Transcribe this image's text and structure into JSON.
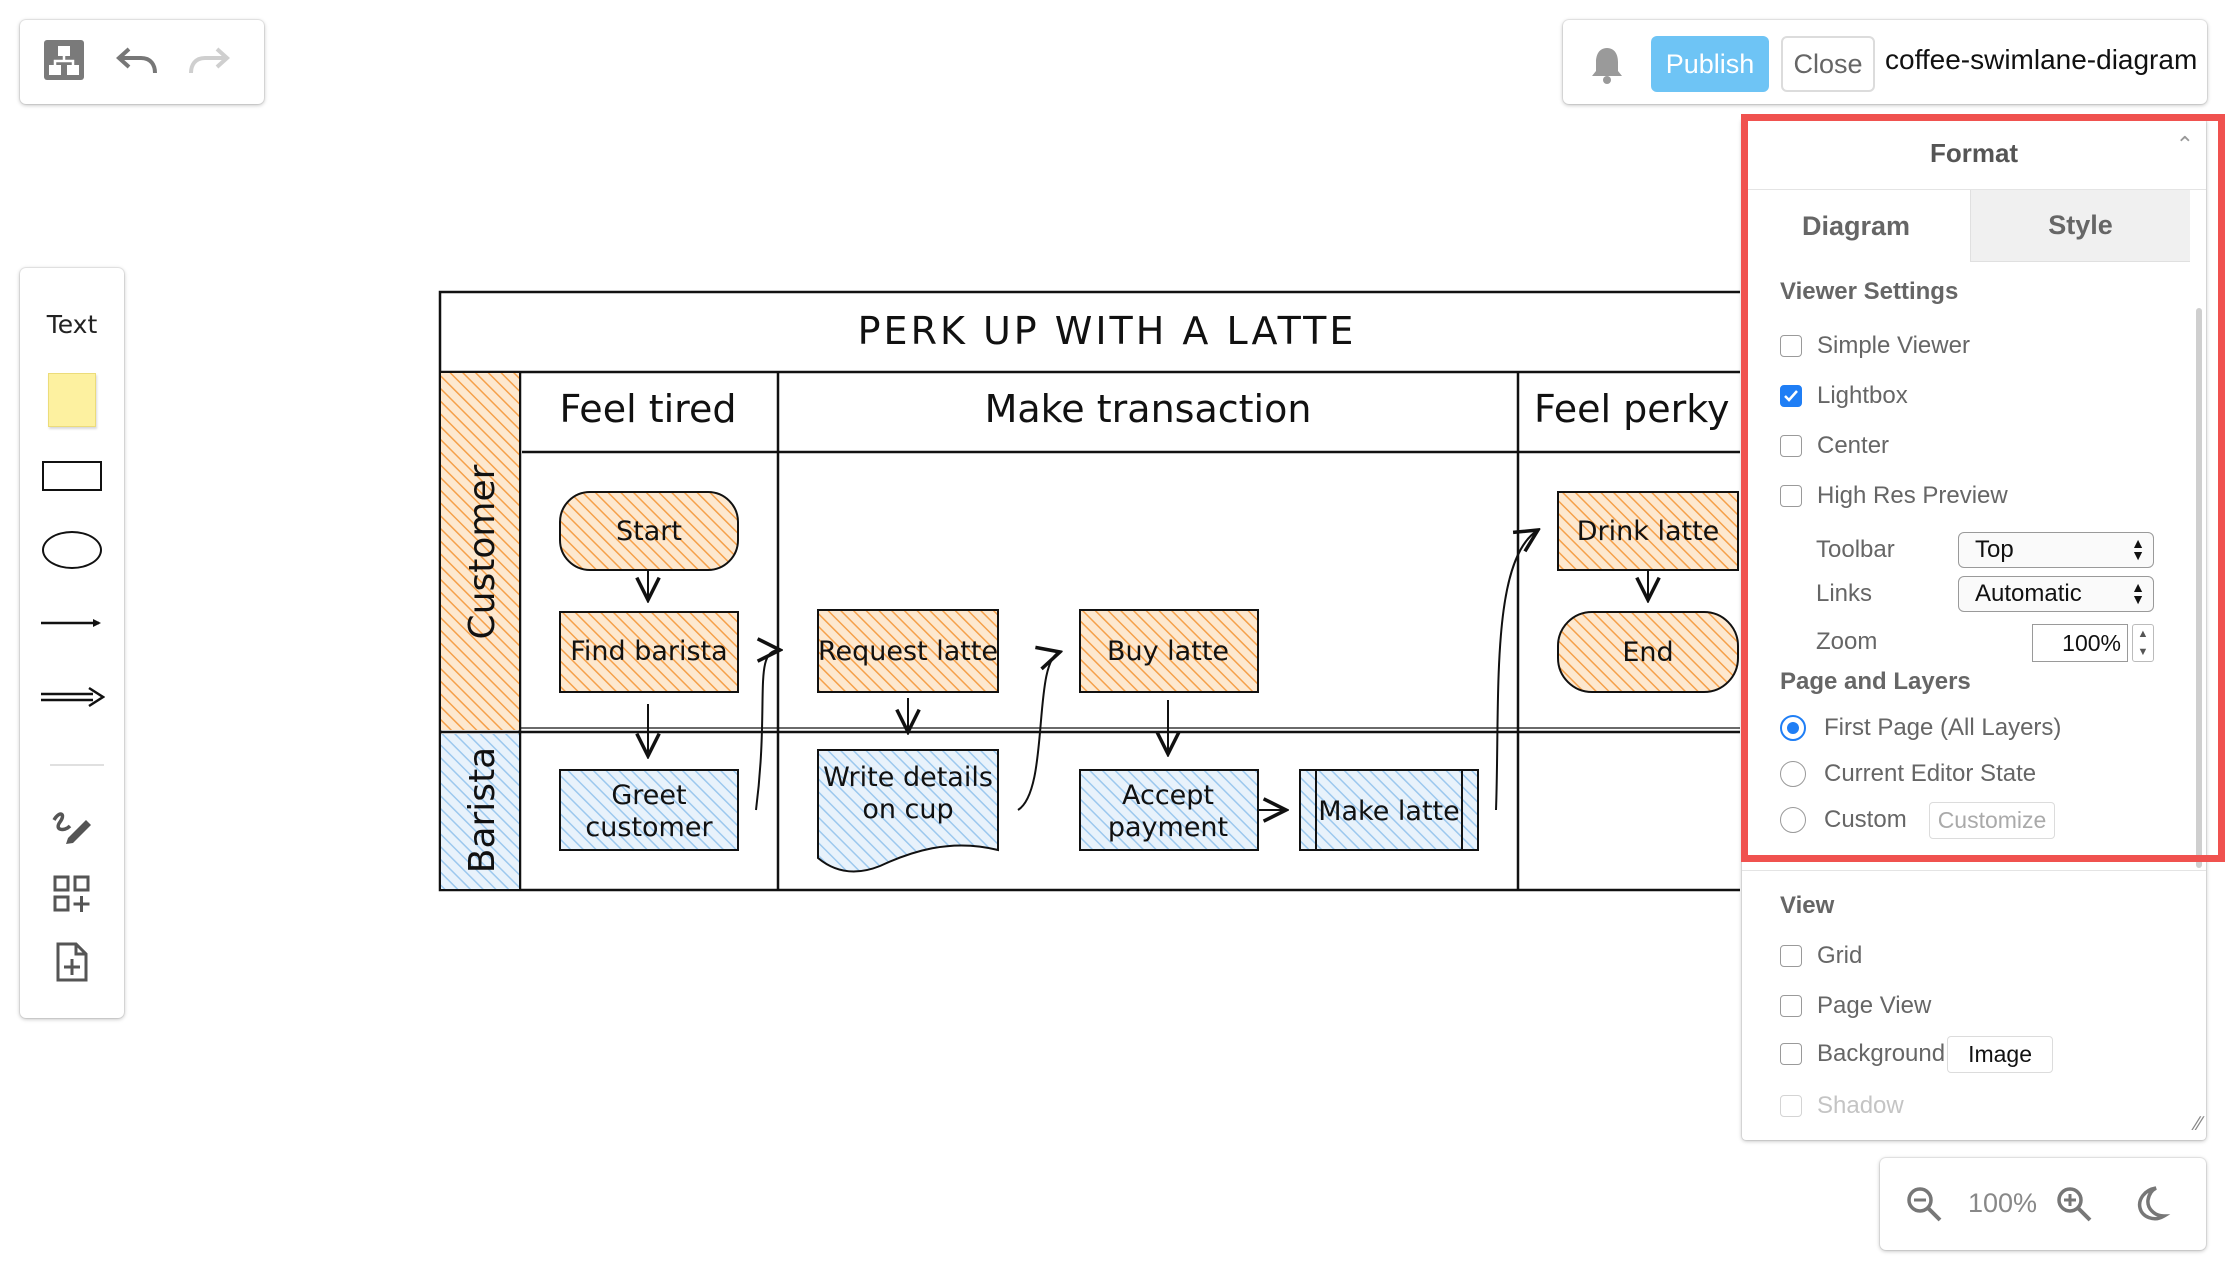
{
  "toolbar": {
    "format_icon": "diagram-format-icon",
    "undo_icon": "undo-icon",
    "redo_icon": "redo-icon"
  },
  "shapes": {
    "text_label": "Text",
    "items": [
      "sticky-note",
      "rectangle",
      "ellipse",
      "line",
      "arrow",
      "freehand-pen",
      "shapes-library",
      "insert-page"
    ]
  },
  "header": {
    "bell_icon": "bell-icon",
    "publish_label": "Publish",
    "close_label": "Close",
    "doc_title": "coffee-swimlane-diagram"
  },
  "format": {
    "title": "Format",
    "tabs": [
      "Diagram",
      "Style"
    ],
    "viewer_settings_title": "Viewer Settings",
    "checkboxes": [
      {
        "label": "Simple Viewer",
        "checked": false
      },
      {
        "label": "Lightbox",
        "checked": true
      },
      {
        "label": "Center",
        "checked": false
      },
      {
        "label": "High Res Preview",
        "checked": false
      }
    ],
    "toolbar_label": "Toolbar",
    "toolbar_value": "Top",
    "links_label": "Links",
    "links_value": "Automatic",
    "zoom_label": "Zoom",
    "zoom_value": "100%",
    "page_layers_title": "Page and Layers",
    "radios": [
      {
        "label": "First Page (All Layers)",
        "selected": true
      },
      {
        "label": "Current Editor State",
        "selected": false
      },
      {
        "label": "Custom",
        "selected": false
      }
    ],
    "customize_label": "Customize",
    "view_title": "View",
    "view_checkboxes": [
      {
        "label": "Grid",
        "checked": false
      },
      {
        "label": "Page View",
        "checked": false
      },
      {
        "label": "Background",
        "checked": false
      },
      {
        "label": "Shadow",
        "checked": false,
        "disabled": true
      }
    ],
    "image_button": "Image"
  },
  "zoom_bar": {
    "zoom_level": "100%",
    "zoom_out_icon": "zoom-out-icon",
    "zoom_in_icon": "zoom-in-icon",
    "theme_icon": "moon-icon"
  },
  "diagram": {
    "title": "PERK UP WITH A LATTE",
    "lanes": [
      "Customer",
      "Barista"
    ],
    "phases": [
      "Feel tired",
      "Make transaction",
      "Feel perky"
    ],
    "nodes": {
      "start": "Start",
      "find_barista": "Find barista",
      "request_latte": "Request latte",
      "buy_latte": "Buy latte",
      "drink_latte": "Drink latte",
      "end": "End",
      "greet_customer_1": "Greet",
      "greet_customer_2": "customer",
      "write_details_1": "Write details",
      "write_details_2": "on cup",
      "accept_payment_1": "Accept",
      "accept_payment_2": "payment",
      "make_latte": "Make latte"
    },
    "colors": {
      "orange_fill": "#f7a64a",
      "blue_fill": "#a9d0f0"
    }
  }
}
